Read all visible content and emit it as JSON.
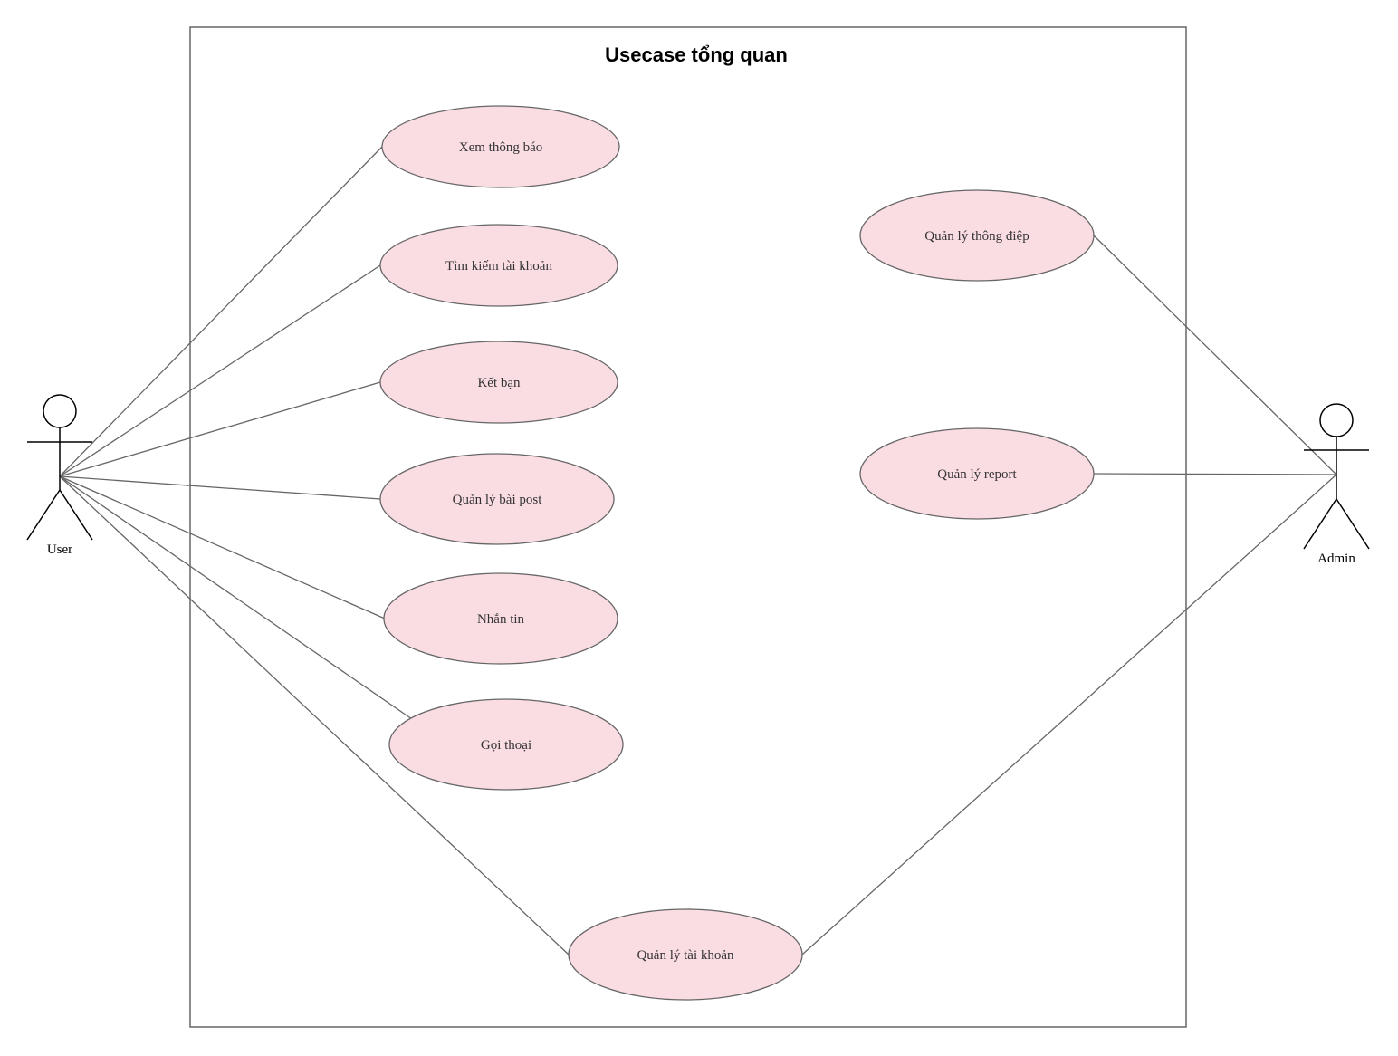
{
  "diagram": {
    "title": "Usecase tổng quan",
    "actors": [
      {
        "id": "user",
        "label": "User"
      },
      {
        "id": "admin",
        "label": "Admin"
      }
    ],
    "usecases": [
      {
        "id": "xem-thong-bao",
        "label": "Xem thông báo"
      },
      {
        "id": "tim-kiem-tai-khoan",
        "label": "Tìm kiếm tài khoản"
      },
      {
        "id": "ket-ban",
        "label": "Kết bạn"
      },
      {
        "id": "quan-ly-bai-post",
        "label": "Quản lý bài post"
      },
      {
        "id": "nhan-tin",
        "label": "Nhắn tin"
      },
      {
        "id": "goi-thoai",
        "label": "Gọi thoại"
      },
      {
        "id": "quan-ly-tai-khoan",
        "label": "Quản lý tài khoản"
      },
      {
        "id": "quan-ly-thong-diep",
        "label": "Quản lý thông điệp"
      },
      {
        "id": "quan-ly-report",
        "label": "Quản lý report"
      }
    ],
    "associations": [
      {
        "actor": "user",
        "usecase": "xem-thong-bao"
      },
      {
        "actor": "user",
        "usecase": "tim-kiem-tai-khoan"
      },
      {
        "actor": "user",
        "usecase": "ket-ban"
      },
      {
        "actor": "user",
        "usecase": "quan-ly-bai-post"
      },
      {
        "actor": "user",
        "usecase": "nhan-tin"
      },
      {
        "actor": "user",
        "usecase": "goi-thoai"
      },
      {
        "actor": "user",
        "usecase": "quan-ly-tai-khoan"
      },
      {
        "actor": "admin",
        "usecase": "quan-ly-thong-diep"
      },
      {
        "actor": "admin",
        "usecase": "quan-ly-report"
      },
      {
        "actor": "admin",
        "usecase": "quan-ly-tai-khoan"
      }
    ],
    "colors": {
      "usecase_fill": "#fadde3",
      "usecase_stroke": "#666666",
      "line": "#666666",
      "boundary": "#666666",
      "actor_stroke": "#000000"
    }
  }
}
